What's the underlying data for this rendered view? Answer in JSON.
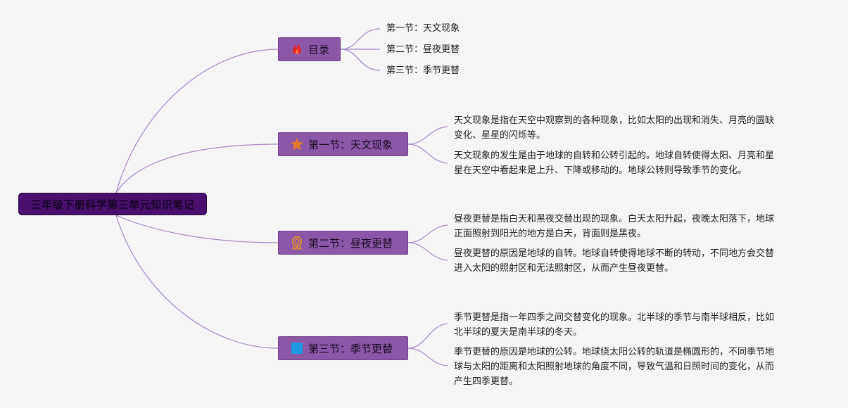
{
  "root": {
    "label": "三年级下册科学第三单元知识笔记"
  },
  "toc": {
    "label": "目录",
    "icon": "fire-icon",
    "items": [
      "第一节：天文现象",
      "第二节：昼夜更替",
      "第三节：季节更替"
    ]
  },
  "section1": {
    "label": "第一节：天文现象",
    "icon": "star-icon",
    "notes": [
      [
        "天文现象是指在天空中观察到的各种现象，比如太阳的出现和消失、月亮的圆缺",
        "变化、星星的闪烁等。"
      ],
      [
        "天文现象的发生是由于地球的自转和公转引起的。地球自转使得太阳、月亮和星",
        "星在天空中看起来是上升、下降或移动的。地球公转则导致季节的变化。"
      ]
    ]
  },
  "section2": {
    "label": "第二节：昼夜更替",
    "icon": "medal-icon",
    "notes": [
      [
        "昼夜更替是指白天和黑夜交替出现的现象。白天太阳升起，夜晚太阳落下，地球",
        "正面照射到阳光的地方是白天，背面则是黑夜。"
      ],
      [
        "昼夜更替的原因是地球的自转。地球自转使得地球不断的转动，不同地方会交替",
        "进入太阳的照射区和无法照射区，从而产生昼夜更替。"
      ]
    ]
  },
  "section3": {
    "label": "第三节：季节更替",
    "icon": "blue-square-icon",
    "notes": [
      [
        "季节更替是指一年四季之间交替变化的现象。北半球的季节与南半球相反，比如",
        "北半球的夏天是南半球的冬天。"
      ],
      [
        "季节更替的原因是地球的公转。地球绕太阳公转的轨道是椭圆形的，不同季节地",
        "球与太阳的距离和太阳照射地球的角度不同，导致气温和日照时间的变化，从而",
        "产生四季更替。"
      ]
    ]
  },
  "colors": {
    "root_bg": "#4a0f6e",
    "topic_bg": "#8d57a8",
    "line": "#a987c4",
    "background": "#f5f5f5"
  }
}
